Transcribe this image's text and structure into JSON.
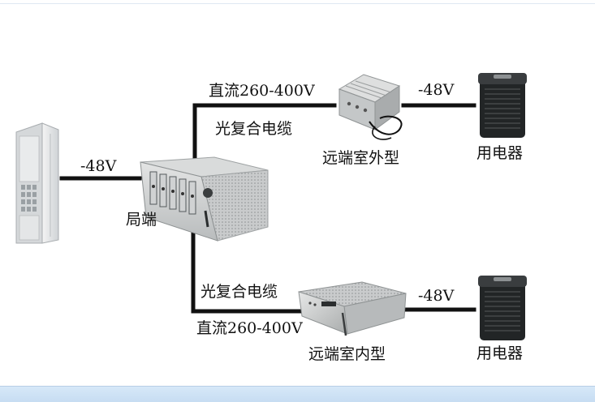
{
  "labels": {
    "dc_voltage_top": "直流260-400V",
    "composite_cable_top": "光复合电缆",
    "voltage_left": "-48V",
    "local_end": "局端",
    "voltage_top_right": "-48V",
    "remote_outdoor": "远端室外型",
    "load_top": "用电器",
    "composite_cable_bottom": "光复合电缆",
    "dc_voltage_bottom": "直流260-400V",
    "voltage_bottom_right": "-48V",
    "remote_indoor": "远端室内型",
    "load_bottom": "用电器"
  },
  "colors": {
    "cable": "#111111",
    "band": "#cfe3f6"
  }
}
